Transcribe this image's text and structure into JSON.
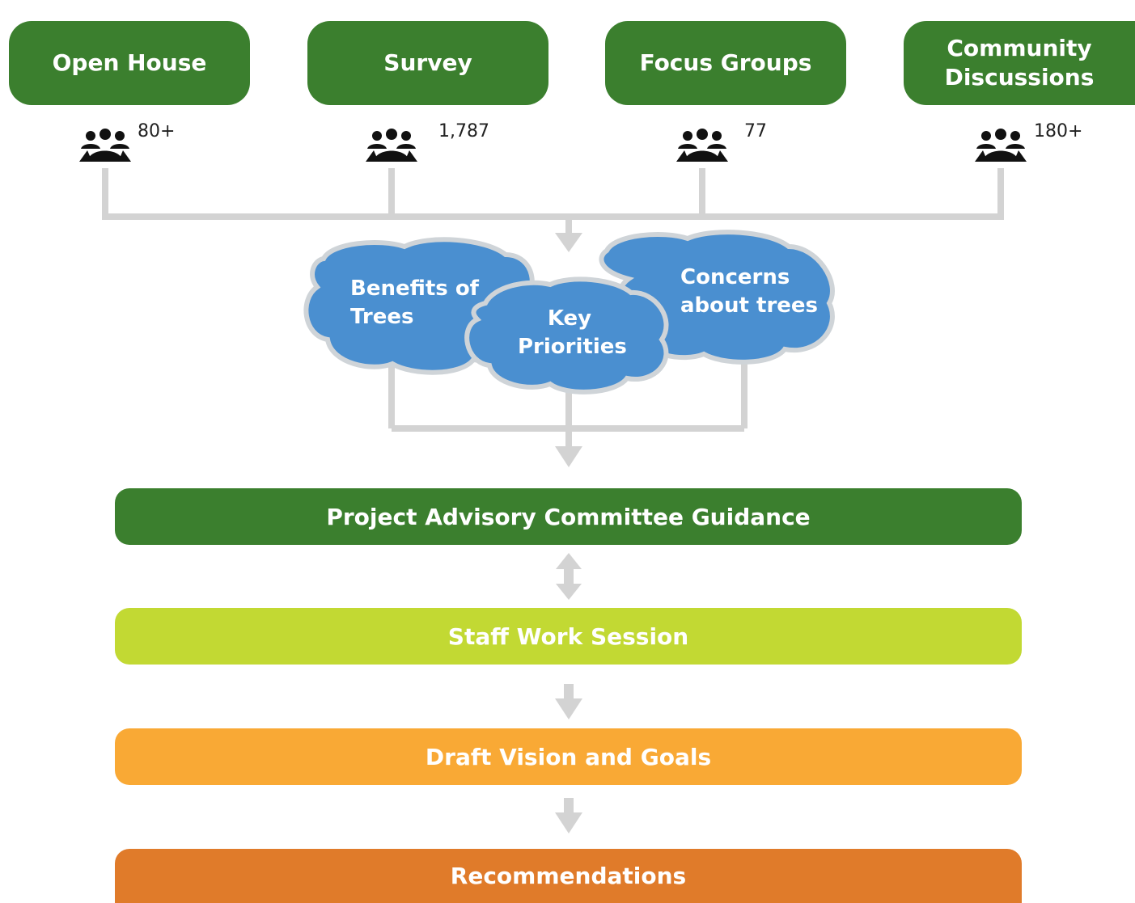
{
  "sources": [
    {
      "label": "Open House",
      "count": "80+"
    },
    {
      "label": "Survey",
      "count": "1,787"
    },
    {
      "label": "Focus Groups",
      "count": "77"
    },
    {
      "label": "Community Discussions",
      "line1": "Community",
      "line2": "Discussions",
      "count": "180+"
    }
  ],
  "clouds": {
    "benefits": {
      "line1": "Benefits of",
      "line2": "Trees"
    },
    "priorities": {
      "line1": "Key",
      "line2": "Priorities"
    },
    "concerns": {
      "line1": "Concerns",
      "line2": "about trees"
    }
  },
  "stages": [
    {
      "label": "Project Advisory Committee Guidance",
      "color": "#3b7f2e"
    },
    {
      "label": "Staff Work Session",
      "color": "#c2d933"
    },
    {
      "label": "Draft Vision and Goals",
      "color": "#f9a935"
    },
    {
      "label": "Recommendations",
      "color": "#e07b2a"
    }
  ],
  "colors": {
    "source_box": "#3b7f2e",
    "cloud_fill": "#4a8fd0",
    "cloud_border": "#cfd4d8",
    "connector": "#d3d3d3"
  },
  "icons": {
    "participants": "people-group-icon"
  }
}
